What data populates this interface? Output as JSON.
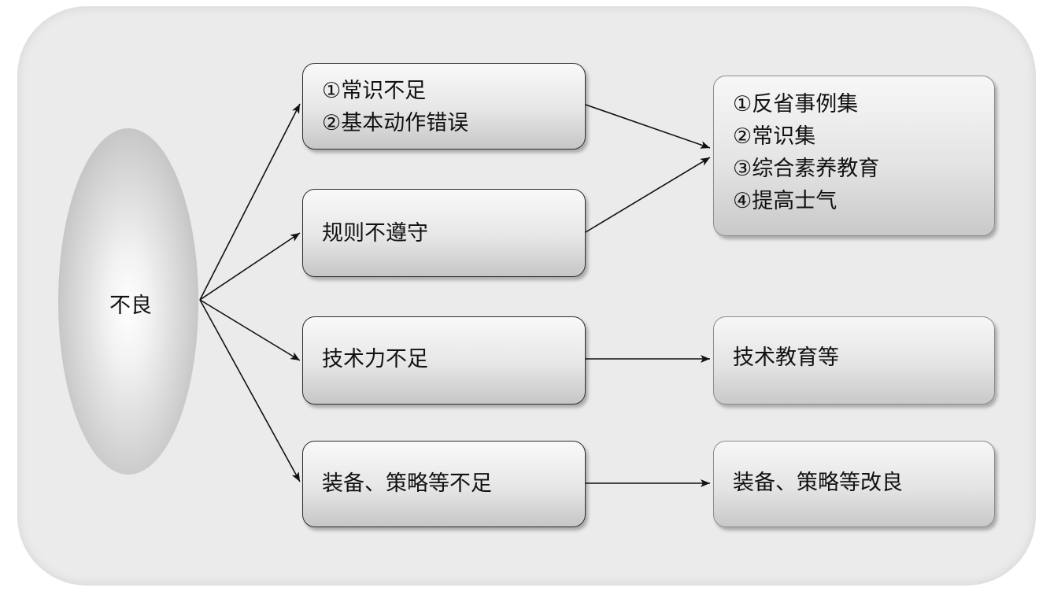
{
  "source": {
    "label": "不良"
  },
  "causes": [
    {
      "lines": [
        "①常识不足",
        "②基本动作错误"
      ]
    },
    {
      "lines": [
        "规则不遵守"
      ]
    },
    {
      "lines": [
        "技术力不足"
      ]
    },
    {
      "lines": [
        "装备、策略等不足"
      ]
    }
  ],
  "measures": [
    {
      "lines": [
        "①反省事例集",
        "②常识集",
        "③综合素养教育",
        "④提高士气"
      ]
    },
    {
      "lines": [
        "技术教育等"
      ]
    },
    {
      "lines": [
        "装备、策略等改良"
      ]
    }
  ],
  "colors": {
    "stroke": "#111111",
    "panel": "#ebebeb"
  }
}
